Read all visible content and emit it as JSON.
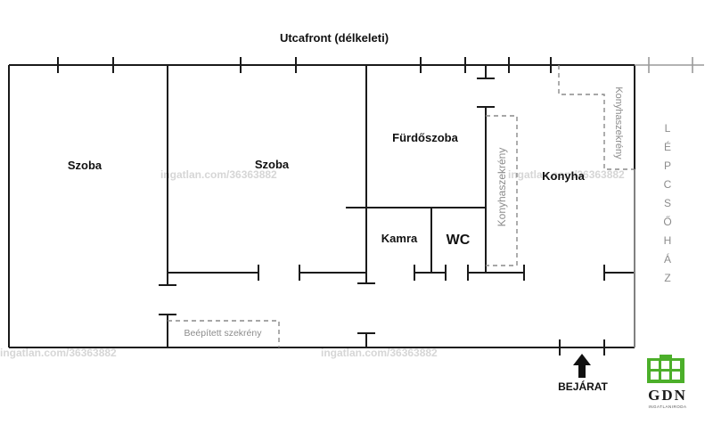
{
  "plan": {
    "street_label": "Utcafront (délkeleti)",
    "rooms": {
      "szoba_1": "Szoba",
      "szoba_2": "Szoba",
      "furdoszoba": "Fürdőszoba",
      "konyha": "Konyha",
      "kamra": "Kamra",
      "wc": "WC"
    },
    "konyhaszekreny_1": "Konyhaszekrény",
    "konyhaszekreny_2": "Konyhaszekrény",
    "beepitett_szekreny": "Beépített szekrény",
    "lepcsohaz_letters": [
      "L",
      "É",
      "P",
      "C",
      "S",
      "Ő",
      "H",
      "Á",
      "Z"
    ],
    "entrance_label": "BEJÁRAT",
    "watermark": "ingatlan.com/36363882"
  },
  "logo": {
    "text": "GDN",
    "subtitle": "INGATLANIRODA",
    "colors": {
      "green": "#4caf2a",
      "dark": "#1a1a1a"
    }
  }
}
